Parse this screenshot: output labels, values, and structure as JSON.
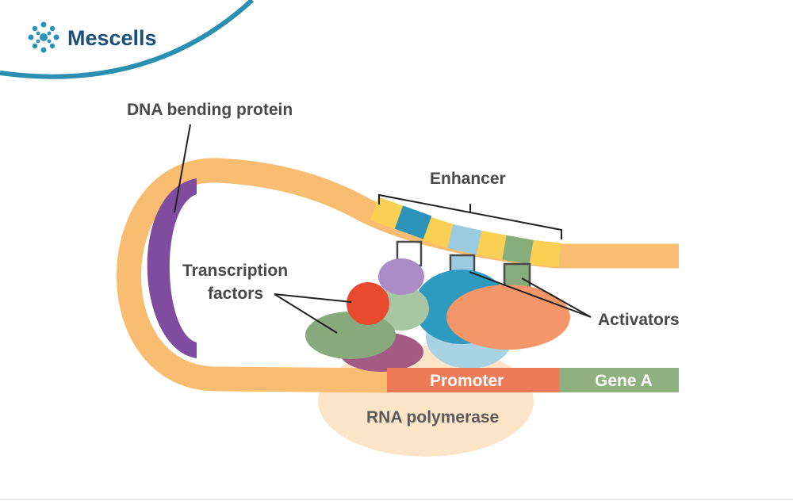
{
  "brand": {
    "name": "Mescells",
    "color": "#1a4f7a",
    "accent": "#2a93b8",
    "logo_icon": "cell-cluster-icon"
  },
  "labels": {
    "dna_bending_protein": "DNA bending protein",
    "enhancer": "Enhancer",
    "transcription_factors_line1": "Transcription",
    "transcription_factors_line2": "factors",
    "activators": "Activators",
    "promoter": "Promoter",
    "gene": "Gene A",
    "rna_polymerase": "RNA polymerase"
  },
  "colors": {
    "dna_strand": "#f8bd70",
    "bending_protein": "#7f4c9f",
    "enhancer_yellow": "#f9d054",
    "activator_blue": "#2b93b8",
    "activator_lightblue": "#9acbe0",
    "activator_green": "#88ad7c",
    "tf_red": "#e84a2f",
    "tf_lavender": "#ab8cc4",
    "tf_sage": "#a9c6a4",
    "tf_green": "#87a97c",
    "tf_mauve": "#a35b86",
    "mediator_blue": "#2f9ac0",
    "mediator_lightblue": "#a9d2e5",
    "activator_orange": "#f4956a",
    "promoter": "#ef7a57",
    "gene": "#8fb07f",
    "rna_polymerase": "#fbe4c8"
  }
}
